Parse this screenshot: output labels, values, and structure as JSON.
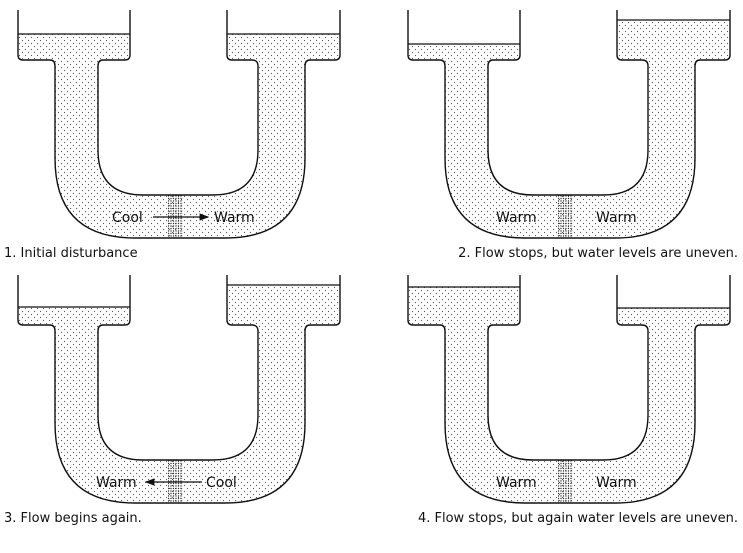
{
  "panels": [
    {
      "caption": "1. Initial disturbance",
      "left_label": "Cool",
      "right_label": "Warm",
      "arrow": "right"
    },
    {
      "caption": "2. Flow stops, but water levels are uneven.",
      "left_label": "Warm",
      "right_label": "Warm",
      "arrow": "none"
    },
    {
      "caption": "3. Flow begins again.",
      "left_label": "Warm",
      "right_label": "Cool",
      "arrow": "left"
    },
    {
      "caption": "4. Flow stops, but again water levels are uneven.",
      "left_label": "Warm",
      "right_label": "Warm",
      "arrow": "none"
    }
  ]
}
